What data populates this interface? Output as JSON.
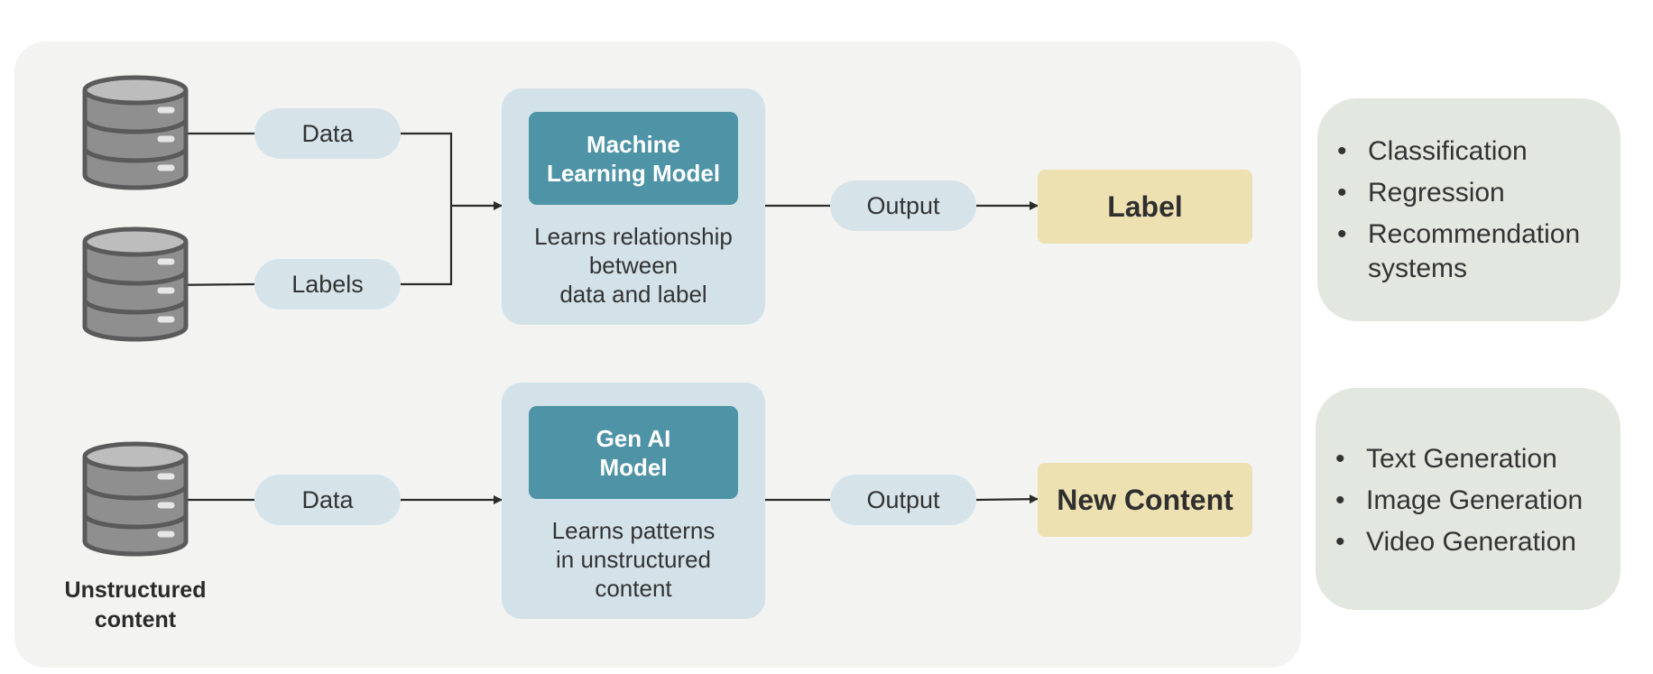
{
  "top_row": {
    "data_label": "Data",
    "labels_label": "Labels",
    "model_title": "Machine\nLearning Model",
    "model_desc": "Learns relationship\nbetween\ndata and label",
    "output_label": "Output",
    "result": "Label"
  },
  "bottom_row": {
    "data_label": "Data",
    "model_title": "Gen AI\nModel",
    "model_desc": "Learns patterns\nin unstructured\ncontent",
    "output_label": "Output",
    "result": "New Content",
    "source_caption": "Unstructured\ncontent"
  },
  "ml_tasks": [
    "Classification",
    "Regression",
    "Recommendation systems"
  ],
  "genai_tasks": [
    "Text Generation",
    "Image Generation",
    "Video Generation"
  ],
  "colors": {
    "panel_bg": "#f3f3f2",
    "pill": "#d6e4ea",
    "model_outer": "#d3e2e9",
    "model_inner": "#4e93a6",
    "result": "#ede0b1",
    "task_card": "#e2e7df",
    "database": "#8a8a8a"
  },
  "icons": [
    "database-icon",
    "arrow-right-icon"
  ]
}
